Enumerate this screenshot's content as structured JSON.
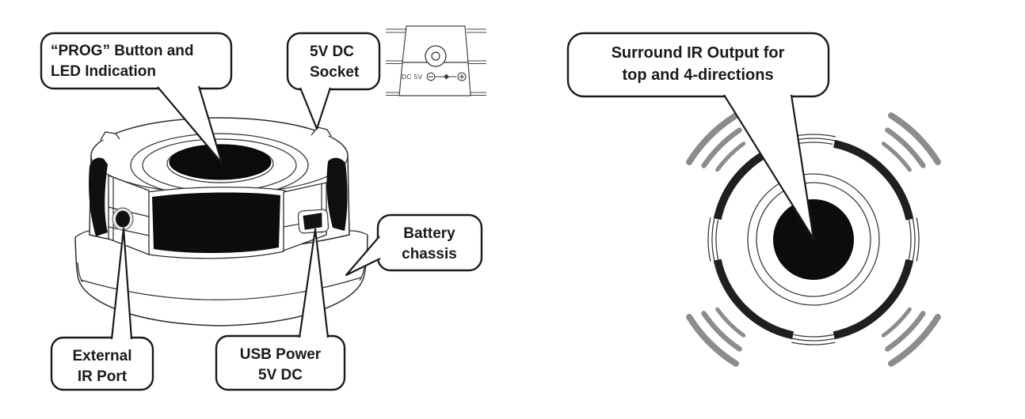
{
  "figure": {
    "type": "product-diagram",
    "background": "#ffffff",
    "line_color": "#1a1a1a",
    "ir_wave_color": "#8c8c8c"
  },
  "left_view": {
    "callouts": {
      "prog": {
        "line1": "“PROG” Button and",
        "line2": "LED Indication"
      },
      "dc_socket": {
        "line1": "5V DC",
        "line2": "Socket"
      },
      "battery": {
        "line1": "Battery",
        "line2": "chassis"
      },
      "external_ir": {
        "line1": "External",
        "line2": "IR Port"
      },
      "usb_power": {
        "line1": "USB Power",
        "line2": "5V DC"
      }
    },
    "inset": {
      "label": "DC 5V",
      "icons": [
        "minus-polarity-icon",
        "center-pin-polarity-icon",
        "plus-polarity-icon"
      ]
    }
  },
  "top_view": {
    "callout": {
      "line1": "Surround IR Output for",
      "line2": "top and 4-directions"
    },
    "icons": [
      "ir-wave-icon-nw",
      "ir-wave-icon-ne",
      "ir-wave-icon-sw",
      "ir-wave-icon-se"
    ]
  }
}
